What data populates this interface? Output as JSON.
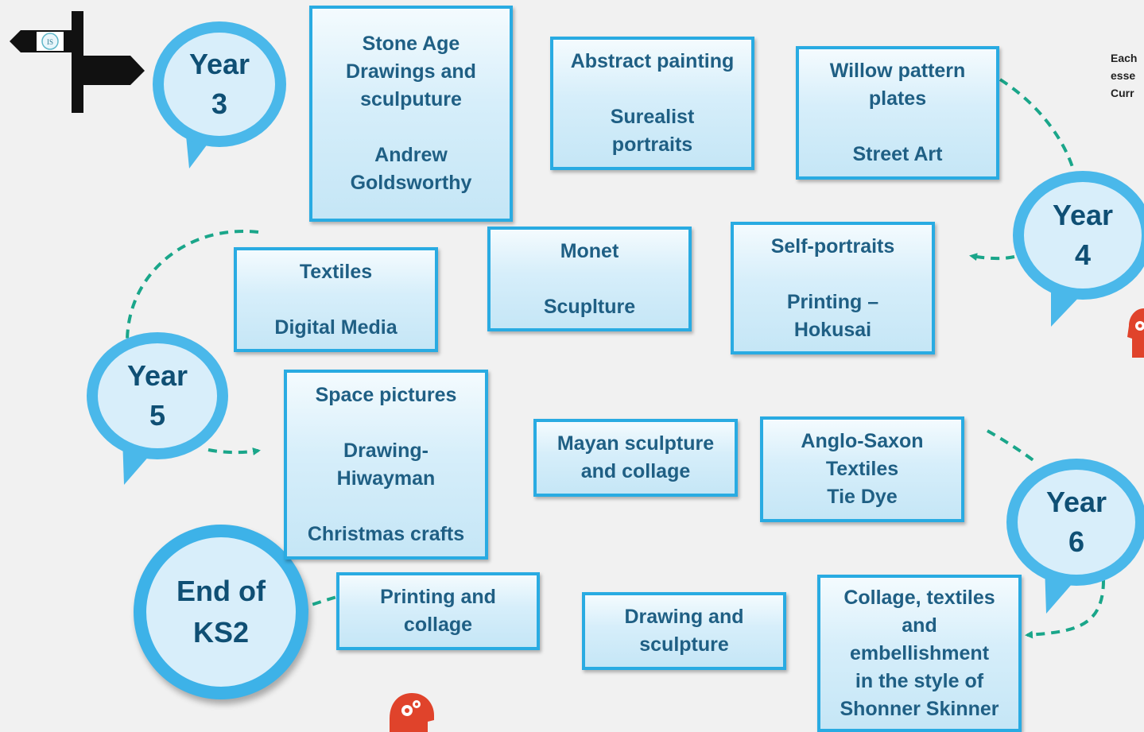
{
  "signpost": {
    "logo_text": "IS"
  },
  "year_bubbles": [
    {
      "word": "Year",
      "number": "3"
    },
    {
      "word": "Year",
      "number": "4"
    },
    {
      "word": "Year",
      "number": "5"
    },
    {
      "word": "Year",
      "number": "6"
    }
  ],
  "end_bubble": {
    "line1": "End of",
    "line2": "KS2"
  },
  "side_note": {
    "lines": [
      "Each",
      "esse",
      "Curr"
    ]
  },
  "boxes": {
    "y3_stone_age": [
      "Stone Age",
      "Drawings and",
      "sculputure",
      "",
      "Andrew",
      "Goldsworthy"
    ],
    "y3_abstract": [
      "Abstract painting",
      "",
      "Surealist",
      "portraits"
    ],
    "y3_willow": [
      "Willow pattern",
      "plates",
      "",
      "Street Art"
    ],
    "y4_self_portraits": [
      "Self-portraits",
      "",
      "Printing –",
      "Hokusai"
    ],
    "y4_monet": [
      "Monet",
      "",
      "Scuplture"
    ],
    "y4_textiles": [
      "Textiles",
      "",
      "Digital Media"
    ],
    "y5_space": [
      "Space pictures",
      "",
      "Drawing-",
      "Hiwayman",
      "",
      "Christmas crafts"
    ],
    "y5_mayan": [
      "Mayan sculpture",
      "and collage"
    ],
    "y5_anglo_saxon": [
      "Anglo-Saxon",
      "Textiles",
      "Tie Dye"
    ],
    "y6_collage": [
      "Collage, textiles",
      "and",
      "embellishment",
      "in the style of",
      "Shonner Skinner"
    ],
    "y6_drawing": [
      "Drawing and",
      "sculpture"
    ],
    "y6_printing": [
      "Printing and",
      "collage"
    ]
  },
  "colors": {
    "box_border": "#29abe2",
    "bubble_border": "#4ab8ea",
    "text_dark_blue": "#1f5f84",
    "arrow_green": "#1aa68a",
    "icon_red": "#e0432b",
    "background": "#f1f1f1"
  }
}
